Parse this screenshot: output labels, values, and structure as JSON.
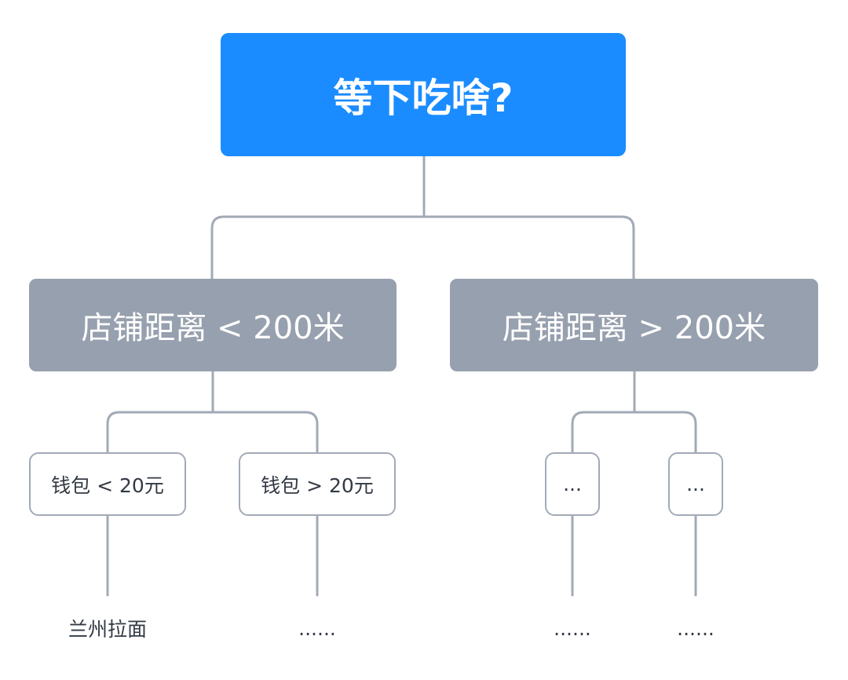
{
  "root": {
    "label": "等下吃啥?"
  },
  "branches": [
    {
      "label": "店铺距离 < 200米",
      "children": [
        {
          "label": "钱包 < 20元",
          "result": "兰州拉面"
        },
        {
          "label": "钱包 > 20元",
          "result": "......"
        }
      ]
    },
    {
      "label": "店铺距离 > 200米",
      "children": [
        {
          "label": "...",
          "result": "......"
        },
        {
          "label": "...",
          "result": "......"
        }
      ]
    }
  ],
  "colors": {
    "root_fill": "#1a8cff",
    "branch_fill": "#97a0ae",
    "leaf_border": "#a2aab6",
    "connector": "#a2aab6",
    "text_dark": "#333a44"
  }
}
